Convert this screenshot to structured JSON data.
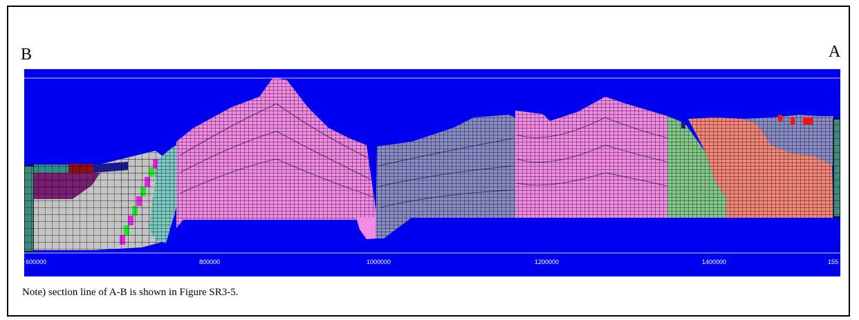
{
  "labels": {
    "left": "B",
    "right": "A"
  },
  "axis_ticks": [
    "600000",
    "800000",
    "1000000",
    "1200000",
    "1400000",
    "155"
  ],
  "note": "Note) section line of A-B is shown in Figure SR3-5.",
  "colors": {
    "background": "#0000f0",
    "gray_unit": "#c4c4c4",
    "purple_unit": "#7a1e72",
    "teal_unit": "#2f8f84",
    "darkred_unit": "#8b1010",
    "navy_unit": "#1a1a8a",
    "green_unit": "#22e82a",
    "magenta_unit": "#e623e6",
    "cyan_unit": "#7ccbc4",
    "pink_unit": "#f28ae6",
    "slate_unit": "#8a8cc8",
    "lightgreen_unit": "#82c98a",
    "salmon_unit": "#f5877a",
    "red_unit": "#ff1010",
    "boundary_column": "#3f8a7e"
  }
}
